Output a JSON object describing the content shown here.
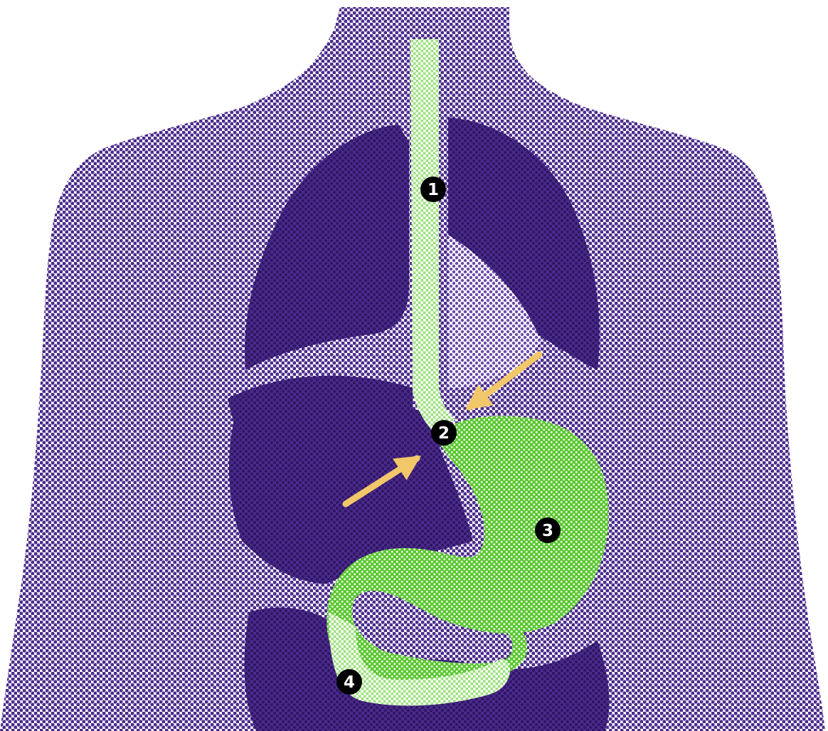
{
  "colors": {
    "body": "#4b2b8c",
    "body_light": "#6a4aa8",
    "body_dark": "#2f1663",
    "digestive": "#56c62c",
    "digestive_light": "#9be07c",
    "arrow": "#f2c76a",
    "marker_fill": "#000000",
    "marker_text": "#ffffff",
    "background": "#ffffff"
  },
  "organs": {
    "esophagus": "esophagus",
    "stomach": "stomach",
    "duodenum": "duodenum"
  },
  "markers": [
    {
      "id": "1",
      "label": "1"
    },
    {
      "id": "2",
      "label": "2"
    },
    {
      "id": "3",
      "label": "3"
    },
    {
      "id": "4",
      "label": "4"
    }
  ],
  "arrows": [
    {
      "id": "upper-right",
      "icon": "arrow-pointing-down-left-icon"
    },
    {
      "id": "lower-left",
      "icon": "arrow-pointing-up-right-icon"
    }
  ]
}
